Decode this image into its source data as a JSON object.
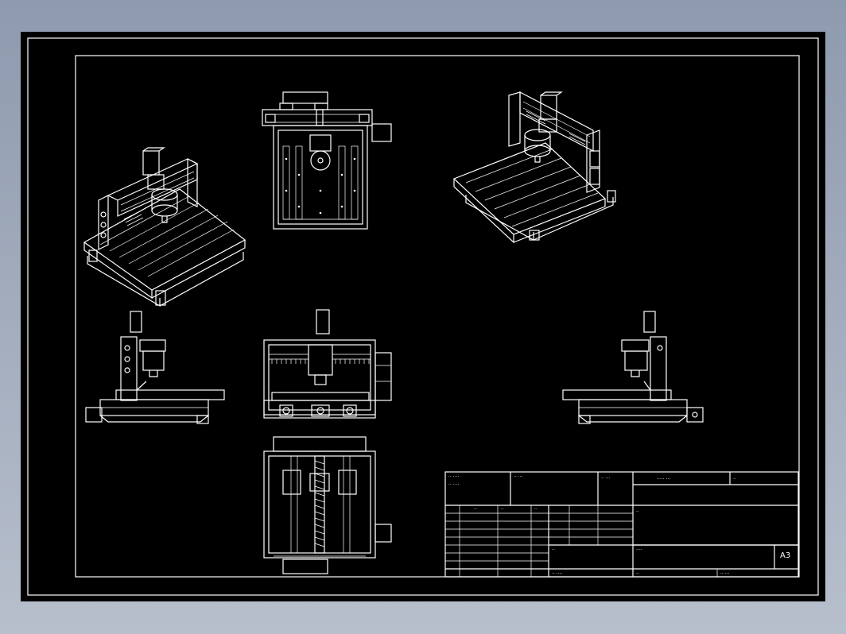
{
  "drawing": {
    "sheet_size": "A3",
    "background": "#000000",
    "line_color": "#ffffff",
    "canvas_bg": "#9aa4b6"
  },
  "views": [
    {
      "name": "isometric-view-left"
    },
    {
      "name": "top-view"
    },
    {
      "name": "isometric-view-right"
    },
    {
      "name": "left-side-view"
    },
    {
      "name": "front-view"
    },
    {
      "name": "right-side-view"
    },
    {
      "name": "bottom-view"
    }
  ]
}
